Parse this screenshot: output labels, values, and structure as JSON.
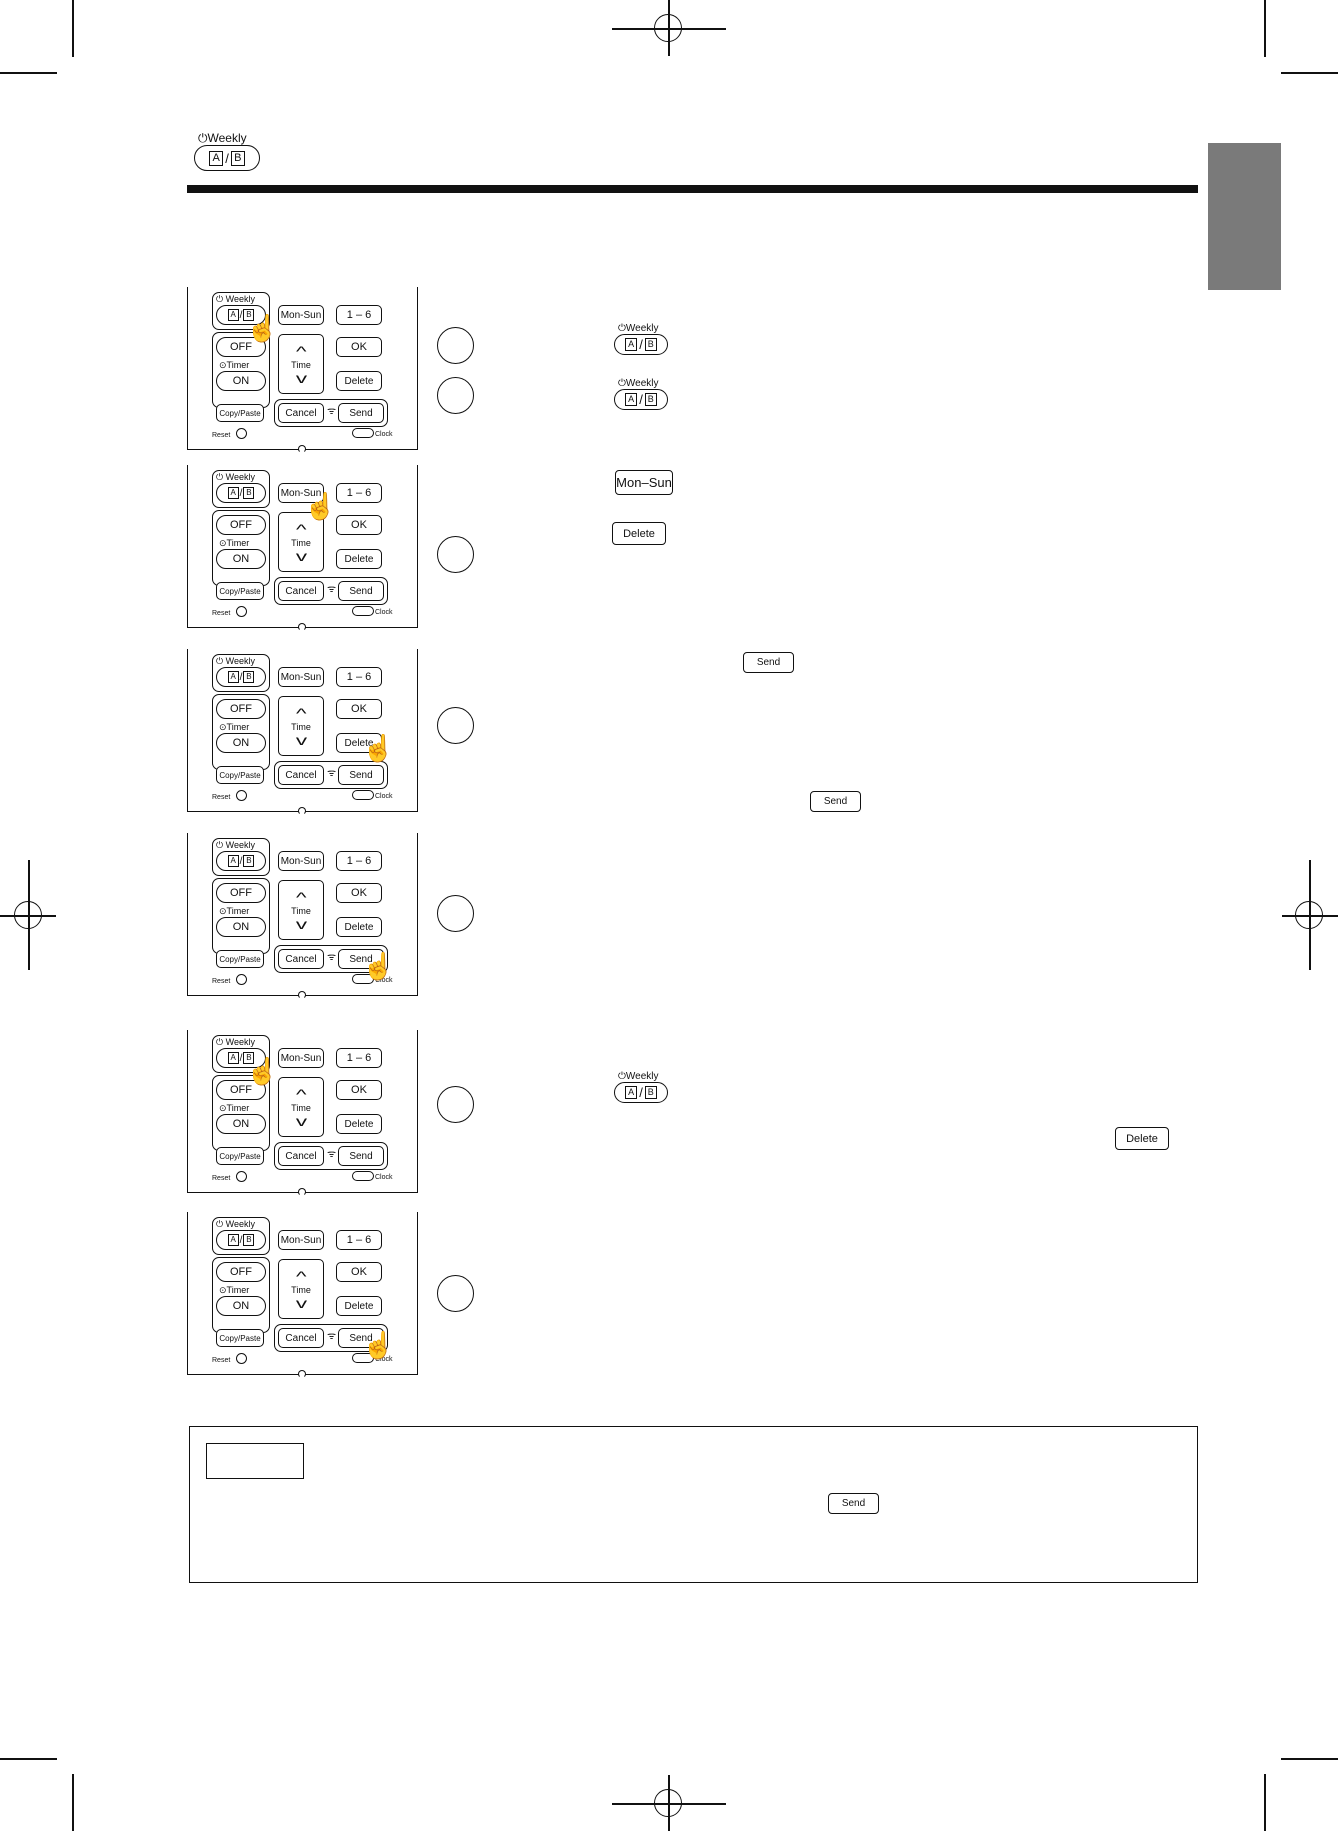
{
  "header": {
    "weekly_label": "Weekly",
    "letter_a": "A",
    "letter_b": "B",
    "slash": "/"
  },
  "remote": {
    "weekly": "Weekly",
    "a": "A",
    "b": "B",
    "slash": "/",
    "mon_sun": "Mon-Sun",
    "one_six": "1 – 6",
    "off": "OFF",
    "timer": "Timer",
    "on": "ON",
    "time": "Time",
    "up": "^",
    "down": "v",
    "ok": "OK",
    "delete": "Delete",
    "copy_paste": "Copy/Paste",
    "cancel": "Cancel",
    "send": "Send",
    "reset": "Reset",
    "clock": "Clock"
  },
  "inline_icons": {
    "weekly": "Weekly",
    "a": "A",
    "b": "B",
    "slash": "/",
    "mon_sun": "Mon–Sun",
    "delete": "Delete",
    "send": "Send"
  },
  "icons": {
    "weekly_timer": "clock-icon",
    "timer": "timer-icon",
    "signal": "signal-icon",
    "hand": "pointing-hand-icon"
  }
}
